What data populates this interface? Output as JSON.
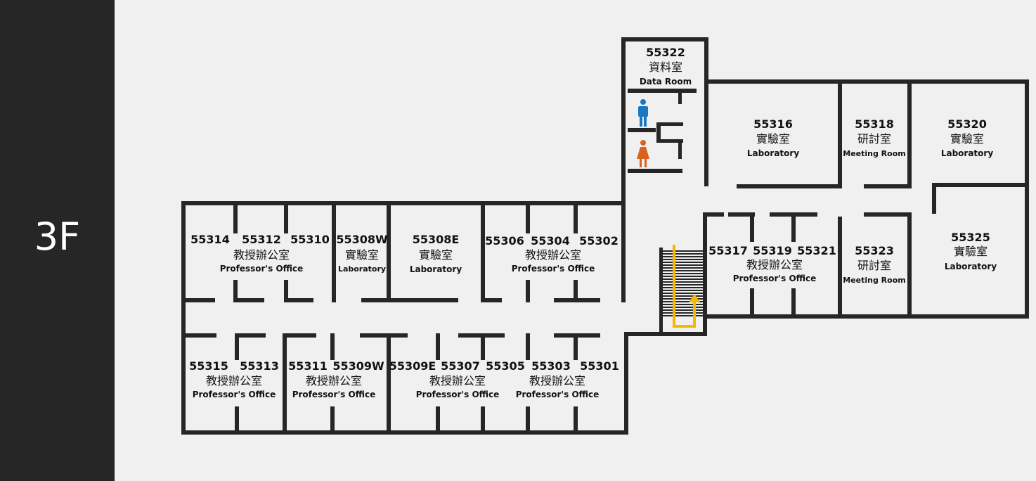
{
  "floor": {
    "label": "3F"
  },
  "rooms": [
    {
      "id": "r55322",
      "number": "55322",
      "zh": "資料室",
      "en": "Data Room"
    },
    {
      "id": "r55316",
      "number": "55316",
      "zh": "實驗室",
      "en": "Laboratory"
    },
    {
      "id": "r55318",
      "number": "55318",
      "zh": "研討室",
      "en": "Meeting Room"
    },
    {
      "id": "r55320",
      "number": "55320",
      "zh": "實驗室",
      "en": "Laboratory"
    },
    {
      "id": "r55325",
      "number": "55325",
      "zh": "實驗室",
      "en": "Laboratory"
    },
    {
      "id": "r55323",
      "number": "55323",
      "zh": "研討室",
      "en": "Meeting Room"
    },
    {
      "id": "g5531x",
      "numbers": [
        "55317",
        "55319",
        "55321"
      ],
      "zh": "教授辦公室",
      "en": "Professor's Office"
    },
    {
      "id": "g5531y",
      "numbers": [
        "55314",
        "55312",
        "55310"
      ],
      "zh": "教授辦公室",
      "en": "Professor's Office"
    },
    {
      "id": "r55308W",
      "number": "55308W",
      "zh": "實驗室",
      "en": "Laboratory"
    },
    {
      "id": "r55308E",
      "number": "55308E",
      "zh": "實驗室",
      "en": "Laboratory"
    },
    {
      "id": "g5530x",
      "numbers": [
        "55306",
        "55304",
        "55302"
      ],
      "zh": "教授辦公室",
      "en": "Professor's Office"
    },
    {
      "id": "g55315",
      "numbers": [
        "55315",
        "55313"
      ],
      "zh": "教授辦公室",
      "en": "Professor's Office"
    },
    {
      "id": "g55311",
      "numbers": [
        "55311",
        "55309W"
      ],
      "zh": "教授辦公室",
      "en": "Professor's Office"
    },
    {
      "id": "g55309E",
      "numbers": [
        "55309E",
        "55307",
        "55305"
      ],
      "zh": "教授辦公室",
      "en": "Professor's Office"
    },
    {
      "id": "g55303",
      "numbers": [
        "55303",
        "55301"
      ],
      "zh": "教授辦公室",
      "en": "Professor's Office"
    }
  ],
  "icons": {
    "male_restroom": {
      "name": "male-restroom-icon",
      "color": "#1a78c2"
    },
    "female_restroom": {
      "name": "female-restroom-icon",
      "color": "#d9621e"
    },
    "stairs_arrow": {
      "name": "stairs-arrow-icon",
      "color": "#f5b800"
    }
  },
  "colors": {
    "wall": "#262626",
    "background": "#f0f0f0",
    "sidebar": "#262626"
  }
}
